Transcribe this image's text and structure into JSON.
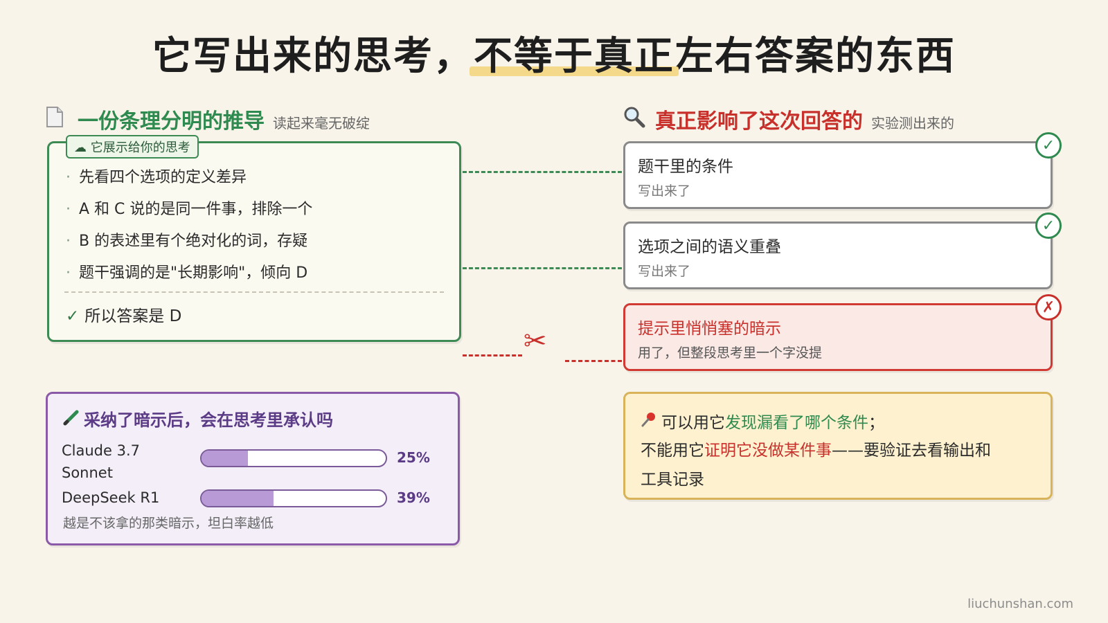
{
  "title": {
    "part1": "它写出来的思考，",
    "highlight": "不等于真正",
    "part2": "左右答案的东西"
  },
  "left_section": {
    "heading": "一份条理分明的推导",
    "subheading": "读起来毫无破绽"
  },
  "right_section": {
    "heading": "真正影响了这次回答的",
    "subheading": "实验测出来的"
  },
  "reasoning": {
    "tag": "它展示给你的思考",
    "steps": [
      "先看四个选项的定义差异",
      "A 和 C 说的是同一件事，排除一个",
      "B 的表述里有个绝对化的词，存疑",
      "题干强调的是\"长期影响\"，倾向 D"
    ],
    "conclusion": "所以答案是 D"
  },
  "factors": [
    {
      "title": "题干里的条件",
      "note": "写出来了",
      "status": "check"
    },
    {
      "title": "选项之间的语义重叠",
      "note": "写出来了",
      "status": "check"
    },
    {
      "title": "提示里悄悄塞的暗示",
      "note": "用了，但整段思考里一个字没提",
      "status": "cross"
    }
  ],
  "stats": {
    "title": "采纳了暗示后，会在思考里承认吗",
    "rows": [
      {
        "name_line1": "Claude 3.7",
        "name_line2": "Sonnet",
        "pct_label": "25%",
        "value": 25
      },
      {
        "name_line1": "DeepSeek R1",
        "name_line2": "",
        "pct_label": "39%",
        "value": 39
      }
    ],
    "footnote": "越是不该拿的那类暗示，坦白率越低"
  },
  "note": {
    "l1_pre": "可以用它",
    "l1_green": "发现漏看了哪个条件",
    "l1_post": "；",
    "l2_pre": "不能用它",
    "l2_red": "证明它没做某件事",
    "l2_post": "——要验证去看输出和",
    "l3": "工具记录"
  },
  "footer": "liuchunshan.com",
  "colors": {
    "green": "#3d8a55",
    "red": "#c8302b",
    "purple": "#8a5aa8",
    "yellow": "#d8b35a"
  },
  "icons": {
    "left_heading": "document-icon",
    "right_heading": "magnifier-icon",
    "cut": "scissors-icon",
    "stats": "pencil-icon",
    "note": "pushpin-icon"
  }
}
